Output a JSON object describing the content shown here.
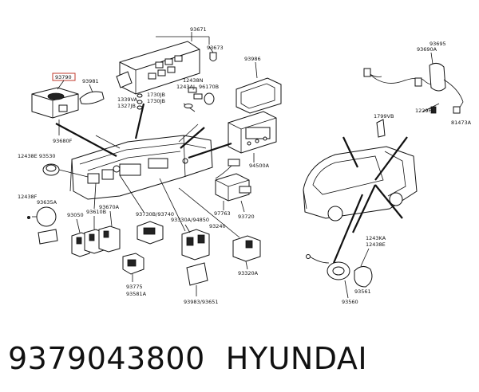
{
  "labels": {
    "l93671": "93671",
    "l93673": "93673",
    "l93986": "93986",
    "l93695": "93695",
    "l93690a": "93690A",
    "l93790": "93790",
    "l93981": "93981",
    "l12438n": "12438N",
    "l1243aj": "1243AJ",
    "l96170b": "96170B",
    "l1730jb_a": "1730JB",
    "l1730jb_b": "1730JB",
    "l1339va": "1339VA",
    "l1327jb": "1327JB",
    "l1229fl": "1229FL",
    "l81473a": "81473A",
    "l93680f": "93680F",
    "l1799vb": "1799VB",
    "l12438e_93530": "12438E 93530",
    "l94500a": "94500A",
    "l12438f": "12438F",
    "l93635a": "93635A",
    "l93050": "93050",
    "l93610b": "93610B",
    "l93670a": "93670A",
    "l93730b": "93730B/93740",
    "l97763": "97763",
    "l93720": "93720",
    "l93330a": "93330A/94850",
    "l93240": "93240",
    "l1243ka": "1243KA",
    "l12438e_b": "12438E",
    "l93320a": "93320A",
    "l93775": "93775",
    "l93581a": "93581A",
    "l93983": "93983/93651",
    "l93561": "93561",
    "l93560": "93560"
  },
  "highlight_color": "#c0392b",
  "footer": {
    "part_number": "9379043800",
    "brand": "HYUNDAI"
  }
}
